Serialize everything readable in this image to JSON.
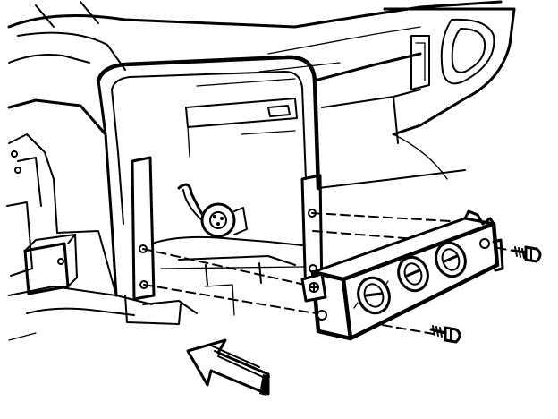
{
  "figure": {
    "kind": "exploded-view line illustration",
    "line_color": "#000000",
    "background": "#ffffff",
    "parts": [
      {
        "name": "instrument-panel-carrier",
        "icon": "dashboard-frame"
      },
      {
        "name": "heater-ac-control-module",
        "icon": "control-module-3-knobs"
      },
      {
        "name": "fastener-upper-right",
        "icon": "screw"
      },
      {
        "name": "fastener-lower",
        "icon": "screw"
      },
      {
        "name": "wiring-connector",
        "icon": "electrical-connector"
      },
      {
        "name": "direction-arrow",
        "icon": "view-arrow"
      }
    ],
    "knob_count": 3,
    "screw_count": 2,
    "dashed_guide_lines": 4
  }
}
